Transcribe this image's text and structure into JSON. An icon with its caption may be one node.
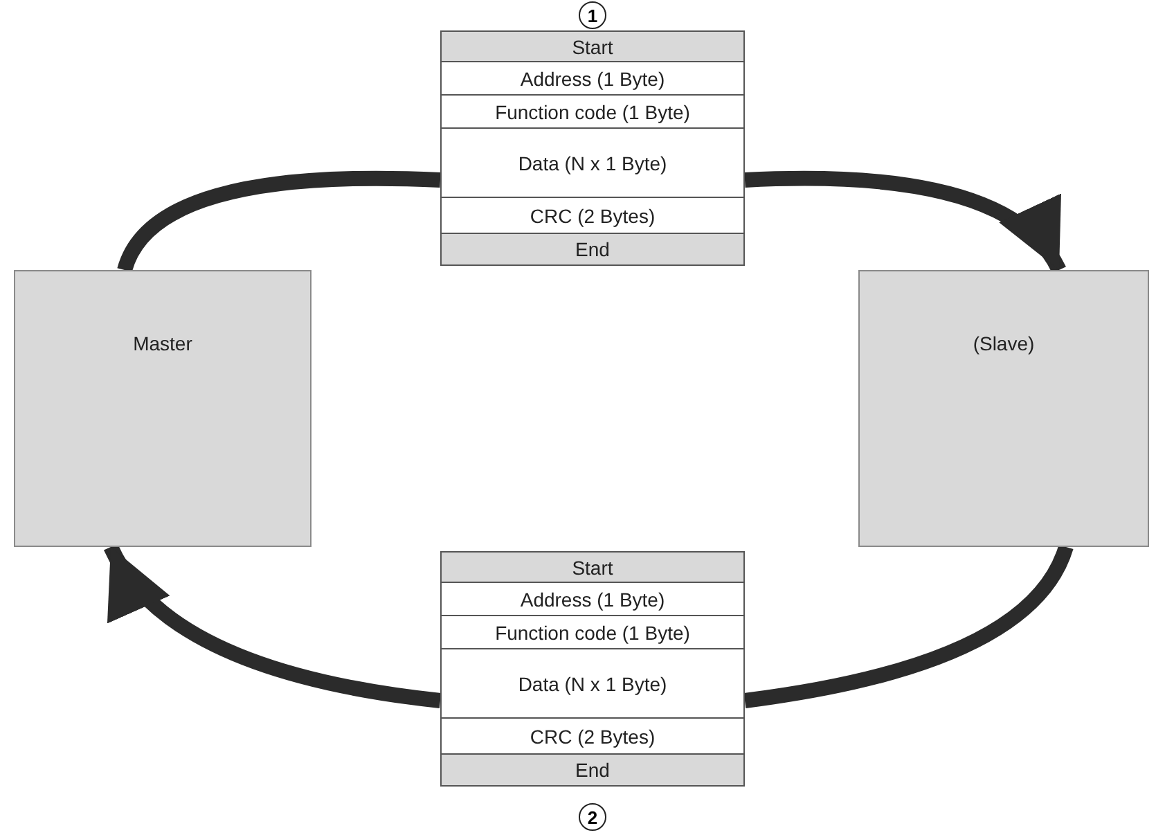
{
  "diagram": {
    "nodes": [
      {
        "text": [
          "Start",
          "Address (1 Byte)",
          "Function code (1 Byte)",
          "Data (N x 1 Byte)",
          "CRC (2 Bytes)",
          "End"
        ],
        "beside": [
          "1"
        ]
      },
      {
        "text": [
          "Master"
        ]
      },
      {
        "text": [
          "(Slave)"
        ]
      },
      {
        "text": [
          "Start",
          "Address (1 Byte)",
          "Function code (1 Byte)",
          "Data (N x 1 Byte)",
          "CRC (2 Bytes)",
          "End"
        ],
        "beside": [
          "2"
        ]
      }
    ],
    "edges": [
      {
        "from": 1,
        "to": 0,
        "arrow": "none"
      },
      {
        "from": 0,
        "to": 2,
        "arrow": "to"
      },
      {
        "from": 2,
        "to": 3,
        "arrow": "none"
      },
      {
        "from": 3,
        "to": 1,
        "arrow": "to"
      }
    ]
  }
}
